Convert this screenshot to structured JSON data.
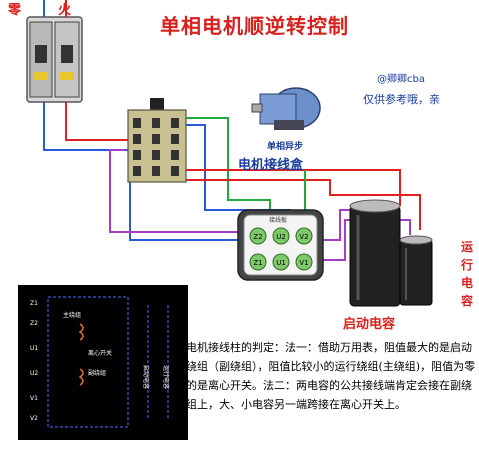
{
  "title": "单相电机顺逆转控制",
  "credit": "@卿卿cba",
  "note": "仅供参考哦，亲",
  "power": {
    "neutral": "零",
    "live": "火"
  },
  "motor_type": "单相异步",
  "junction_box_label": "电机接线盒",
  "terminals": [
    "Z2",
    "U2",
    "V2",
    "Z1",
    "U1",
    "V1"
  ],
  "junction_plate_text": "接线板",
  "start_capacitor_label": "启动电容",
  "run_capacitor_label": "运行电容",
  "description": "电机接线柱的判定：法一：借助万用表，阻值最大的是启动绕组（副绕组），阻值比较小的运行绕组(主绕组)，阻值为零的是离心开关。法二：两电容的公共接线端肯定会接在副绕组上，大、小电容另一端跨接在离心开关上。",
  "schematic": {
    "terminals": [
      "Z1",
      "Z2",
      "U1",
      "U2",
      "V1",
      "V2"
    ],
    "centrifugal_switch": "离心开关",
    "aux_winding": "副绕组",
    "main_winding": "主绕组",
    "start_cap": "启动电容",
    "run_cap": "运行电容"
  },
  "colors": {
    "title": "#d8201c",
    "wire_red": "#e02020",
    "wire_blue": "#2a5bd6",
    "wire_green": "#1faa3c",
    "wire_purple": "#a63cc8",
    "text_blue": "#1a3e9c"
  }
}
